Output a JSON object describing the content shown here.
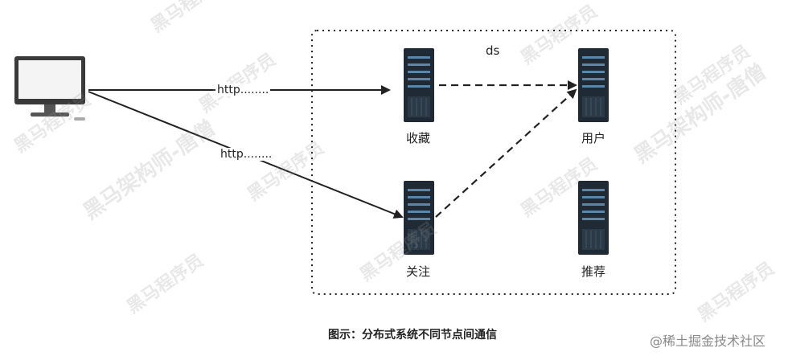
{
  "diagram": {
    "zone_label": "ds",
    "client": {
      "name": "computer-icon"
    },
    "nodes": {
      "favorites": "收藏",
      "users": "用户",
      "follow": "关注",
      "recommend": "推荐"
    },
    "edges": {
      "http_top": "http........",
      "http_bottom": "http........"
    },
    "caption": "图示：分布式系统不同节点间通信",
    "credit": "@稀土掘金技术社区"
  },
  "watermarks": {
    "a": "黑马程序员",
    "b": "黑马架构师-唐僧"
  },
  "colors": {
    "server_dark": "#1f2a35",
    "server_led": "#5b86a8",
    "arrow": "#222222"
  }
}
